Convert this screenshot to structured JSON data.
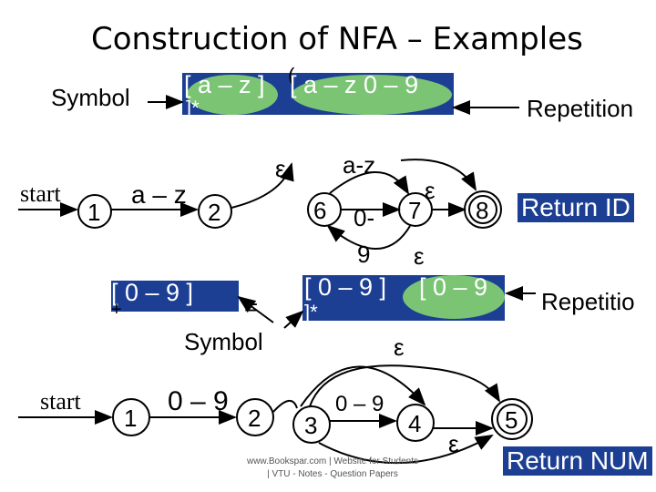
{
  "title": "Construction of NFA – Examples",
  "example1": {
    "symbol_label": "Symbol",
    "repetition_label": "Repetition",
    "regex_part1": "[ a – z ]",
    "regex_part2": "[ a – z 0 – 9",
    "regex_bracket": "(",
    "regex_suffix": "]*",
    "start_label": "start",
    "state_1": "1",
    "state_2": "2",
    "edge_a_z": "a – z",
    "epsilon": "ε",
    "loop_state_6": "6",
    "loop_state_7": "7",
    "loop_state_8": "8",
    "loop_edge_top": "a-z",
    "loop_edge_mid": "0-",
    "loop_edge_9": "9",
    "return_id": "Return ID"
  },
  "example2": {
    "regex_left": "[ 0 – 9 ]",
    "regex_left_suffix": "+",
    "equals": "=",
    "symbol_label": "Symbol",
    "regex_right_1": "[ 0 – 9 ]",
    "regex_right_2": "[ 0 – 9",
    "regex_right_suffix": "]*",
    "repetition_label": "Repetitio",
    "start_label": "start",
    "state_1": "1",
    "state_2": "2",
    "state_3": "3",
    "state_4": "4",
    "state_5": "5",
    "edge_0_9_a": "0 – 9",
    "edge_0_9_b": "0 – 9",
    "epsilon": "ε",
    "return_num": "Return NUM"
  },
  "footer": {
    "line1": "www.Bookspar.com | Website for Students",
    "line2": "| VTU - Notes - Question Papers"
  },
  "colors": {
    "regex_box": "#1c3f94",
    "highlight": "#8cdc6e",
    "text": "#000000"
  }
}
